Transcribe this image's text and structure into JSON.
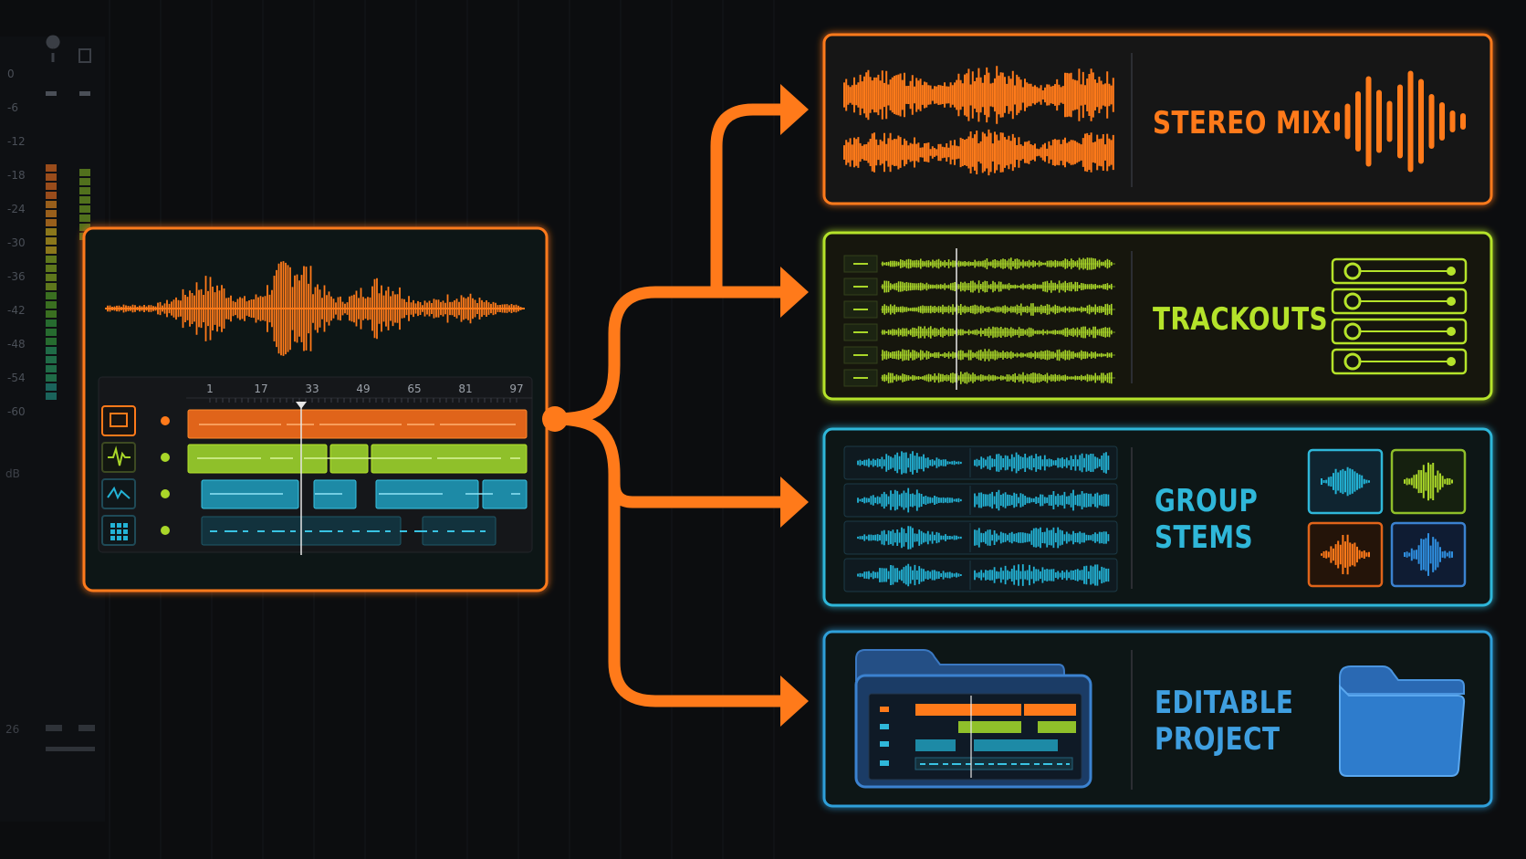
{
  "meter": {
    "scale": [
      "0",
      "-6",
      "-12",
      "-18",
      "-24",
      "-30",
      "-36",
      "-42",
      "-48",
      "-54",
      "-60"
    ],
    "db_label": "dB",
    "bottom_label": "26"
  },
  "timeline": {
    "ticks": [
      "1",
      "17",
      "33",
      "49",
      "65",
      "81",
      "97"
    ]
  },
  "outputs": [
    {
      "key": "stereo",
      "lines": [
        "STEREO MIX"
      ],
      "color": "#ff7a1a"
    },
    {
      "key": "trackouts",
      "lines": [
        "TRACKOUTS"
      ],
      "color": "#b5e32a"
    },
    {
      "key": "groups",
      "lines": [
        "GROUP",
        "STEMS"
      ],
      "color": "#2fb7d9"
    },
    {
      "key": "project",
      "lines": [
        "EDITABLE",
        "PROJECT"
      ],
      "color": "#3f9fe0"
    }
  ],
  "colors": {
    "orange": "#ff7a1a",
    "lime": "#a9d629",
    "cyan": "#23b3d6",
    "blue": "#2f8fe0",
    "background": "#0c0d0f"
  }
}
